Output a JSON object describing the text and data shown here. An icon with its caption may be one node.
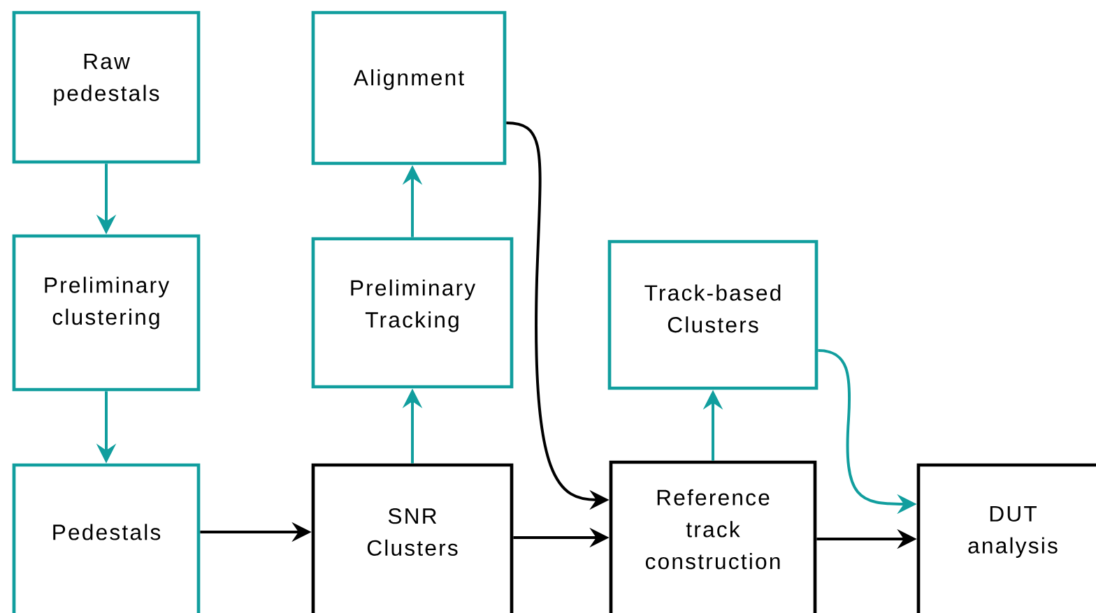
{
  "diagram": {
    "nodes": [
      {
        "text": [
          "Raw pedestals"
        ]
      },
      {
        "text": [
          "Alignment"
        ]
      },
      {
        "text": [
          "Preliminary clustering"
        ]
      },
      {
        "text": [
          "Preliminary Tracking"
        ]
      },
      {
        "text": [
          "Track-based Clusters"
        ]
      },
      {
        "text": [
          "Pedestals"
        ]
      },
      {
        "text": [
          "SNR Clusters"
        ]
      },
      {
        "text": [
          "Reference track construction"
        ]
      },
      {
        "text": [
          "DUT analysis"
        ]
      }
    ],
    "edges": [
      {
        "from": 0,
        "to": 2,
        "arrow": "to"
      },
      {
        "from": 2,
        "to": 5,
        "arrow": "to"
      },
      {
        "from": 3,
        "to": 1,
        "arrow": "to"
      },
      {
        "from": 1,
        "to": 7,
        "arrow": "to",
        "color": "#000000"
      },
      {
        "from": 5,
        "to": 6,
        "arrow": "to",
        "color": "#000000"
      },
      {
        "from": 6,
        "to": 3,
        "arrow": "to"
      },
      {
        "from": 6,
        "to": 7,
        "arrow": "to",
        "color": "#000000"
      },
      {
        "from": 7,
        "to": 4,
        "arrow": "to"
      },
      {
        "from": 4,
        "to": 8,
        "arrow": "to"
      },
      {
        "from": 7,
        "to": 8,
        "arrow": "to",
        "color": "#000000"
      }
    ]
  }
}
